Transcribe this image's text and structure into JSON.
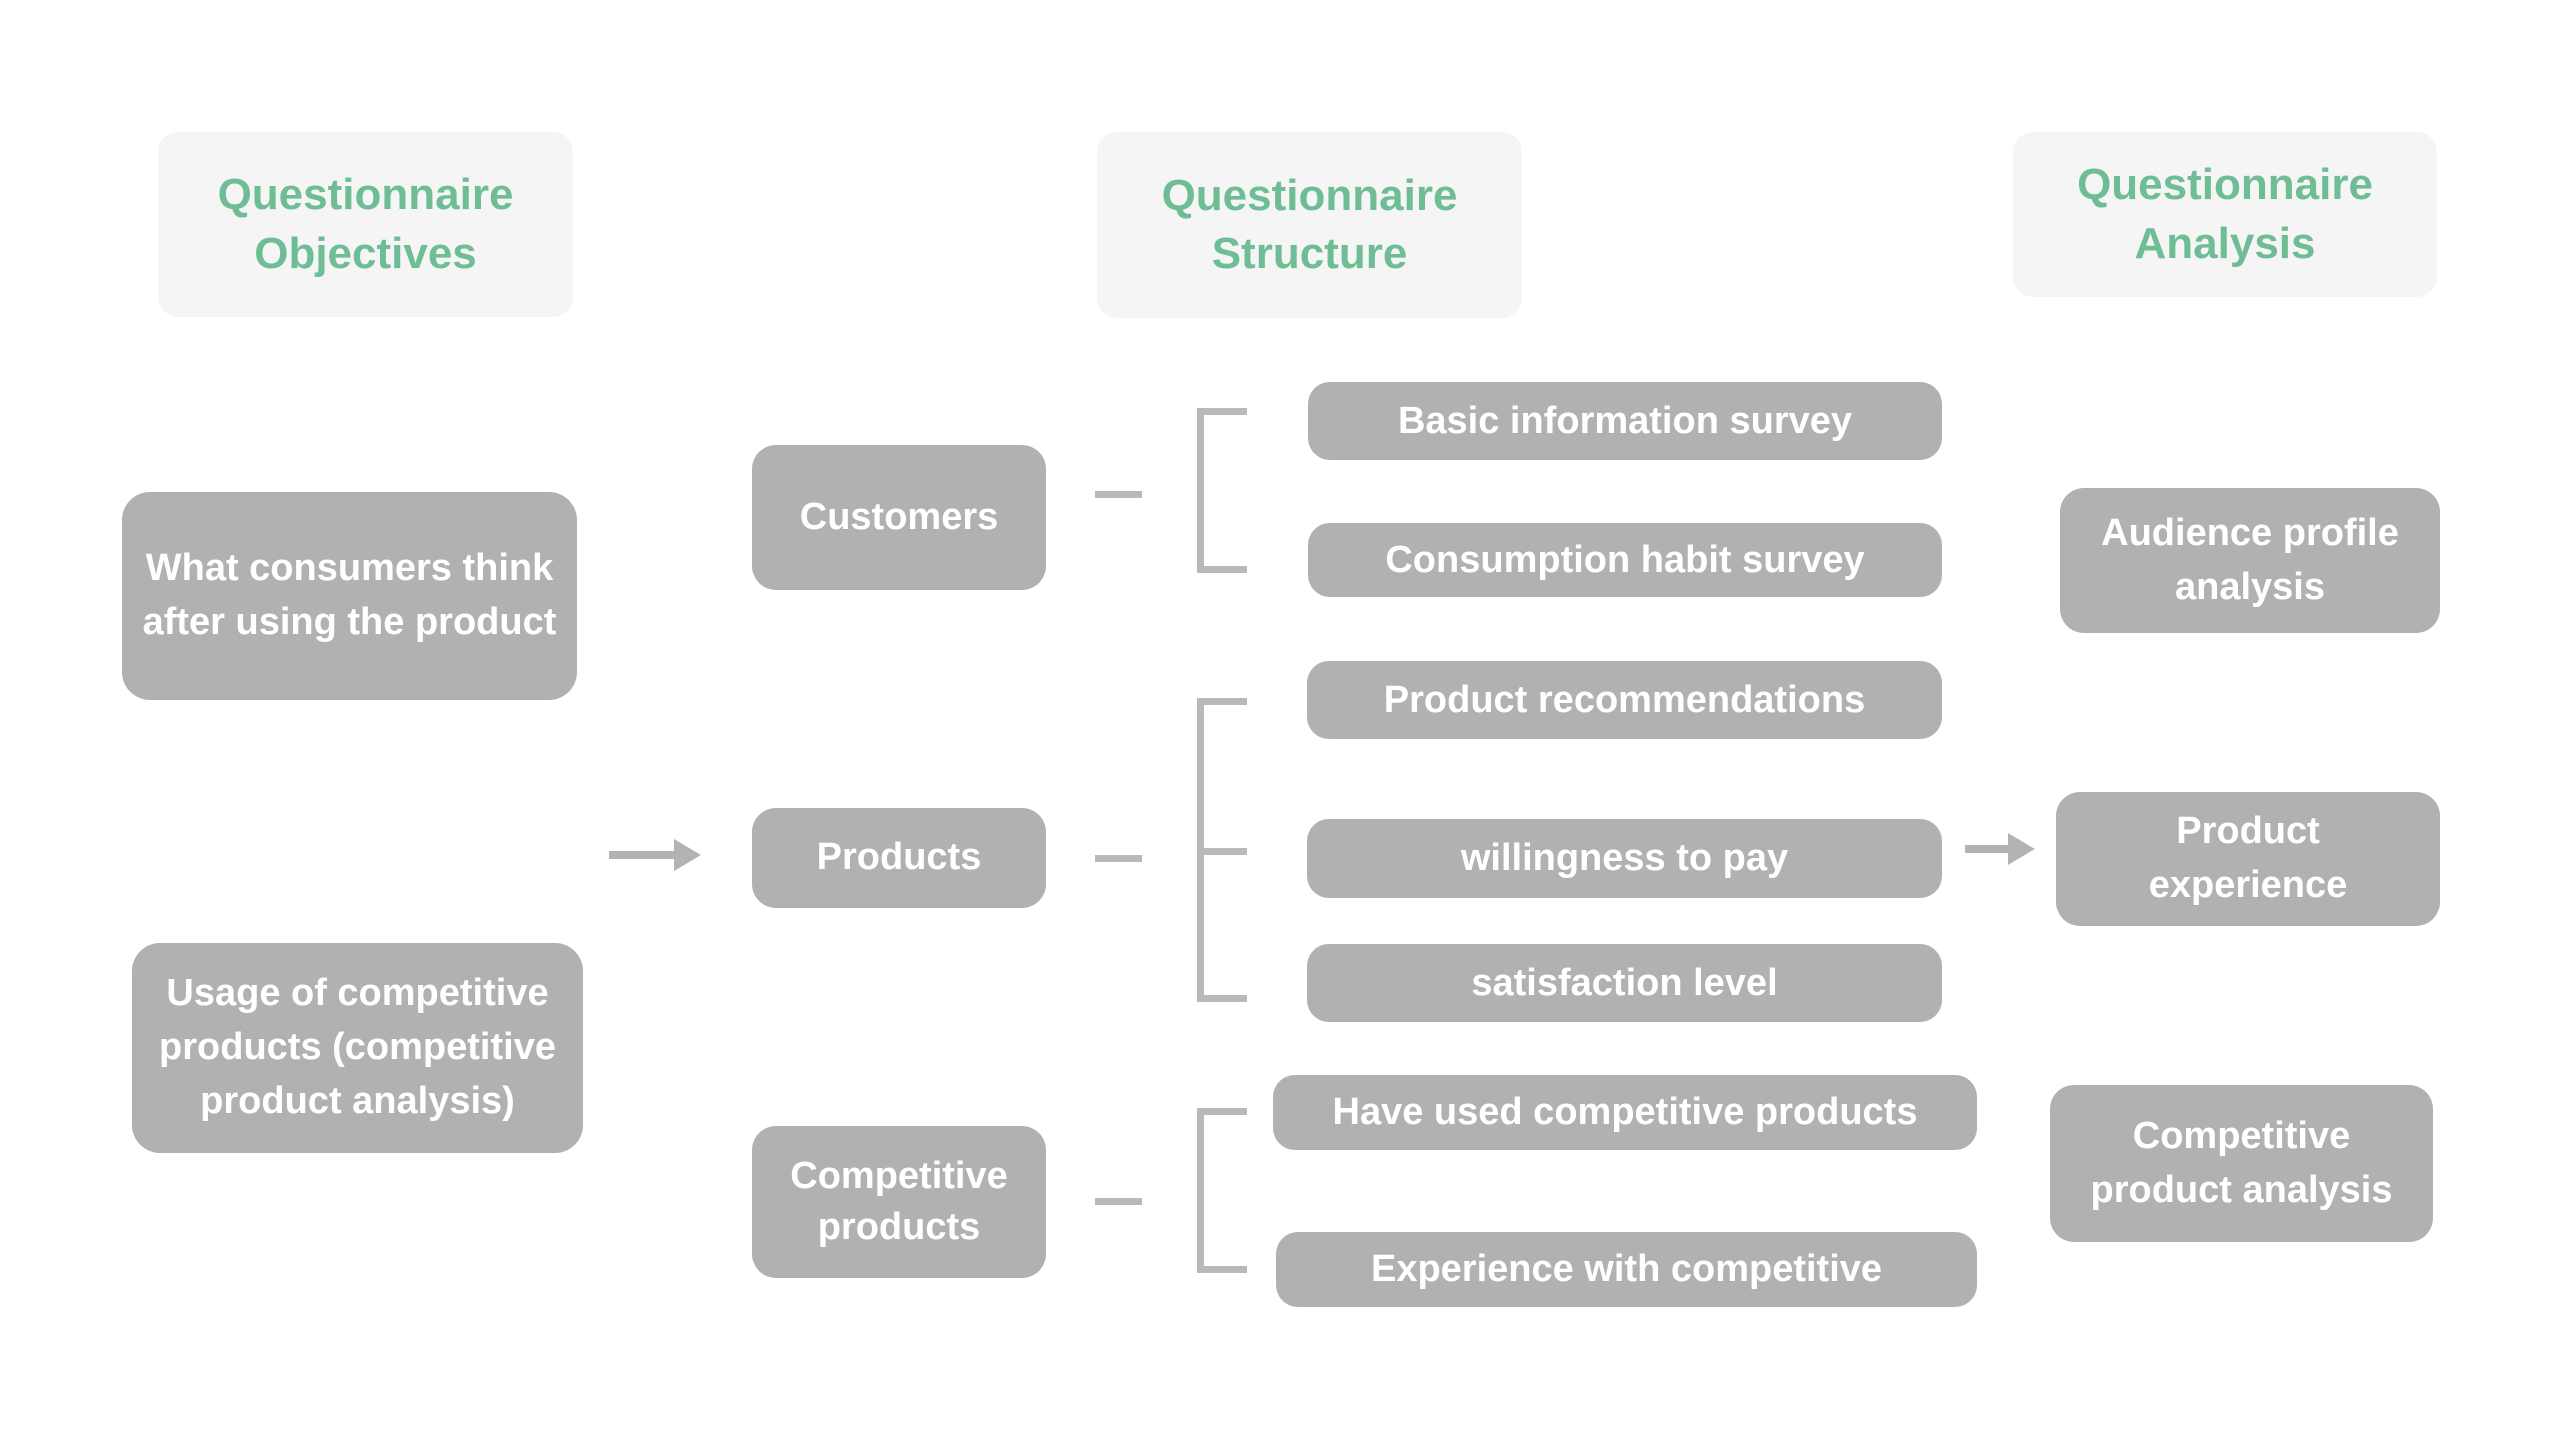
{
  "colors": {
    "background": "#ffffff",
    "header_bg": "#f5f5f5",
    "header_text": "#6fbd94",
    "box_bg": "#b1b1b1",
    "box_text": "#ffffff",
    "connector": "#b9b9b9"
  },
  "headers": {
    "objectives": "Questionnaire Objectives",
    "structure": "Questionnaire Structure",
    "analysis": "Questionnaire Analysis"
  },
  "objectives": {
    "item1": "What consumers think after using the product",
    "item2": "Usage of competitive products (competitive product analysis)"
  },
  "structure": {
    "groups": [
      {
        "label": "Customers",
        "children": [
          "Basic information survey",
          "Consumption habit survey"
        ]
      },
      {
        "label": "Products",
        "children": [
          "Product recommendations",
          "willingness to pay",
          "satisfaction level"
        ]
      },
      {
        "label": "Competitive products",
        "children": [
          "Have used competitive products",
          "Experience with competitive"
        ]
      }
    ]
  },
  "analysis": {
    "item1": "Audience profile analysis",
    "item2": "Product experience",
    "item3": "Competitive product analysis"
  }
}
